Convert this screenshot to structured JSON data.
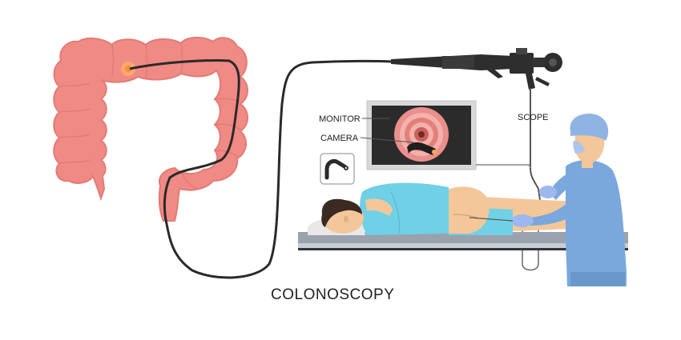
{
  "labels": {
    "monitor": "MONITOR",
    "camera": "CAMERA",
    "scope": "SCOPE",
    "title": "COLONOSCOPY"
  },
  "colors": {
    "colon": "#f08a85",
    "colon_outline": "#e37b76",
    "tube": "#2a2a2a",
    "monitor_frame": "#d8d8d8",
    "screen": "#2b2b2b",
    "patient_shirt": "#6fd0e6",
    "patient_skin": "#f3c79a",
    "hair": "#3a2a22",
    "doctor_scrubs": "#7aa8dc",
    "doctor_cap": "#8fb4e3",
    "glove": "#9db8ee",
    "bed": "#9aa2ad",
    "pillow": "#e8e8e8"
  },
  "icons": [
    "colon-icon",
    "monitor-icon",
    "camera-inset-icon",
    "scope-handle-icon",
    "patient-icon",
    "doctor-icon",
    "bed-icon"
  ]
}
